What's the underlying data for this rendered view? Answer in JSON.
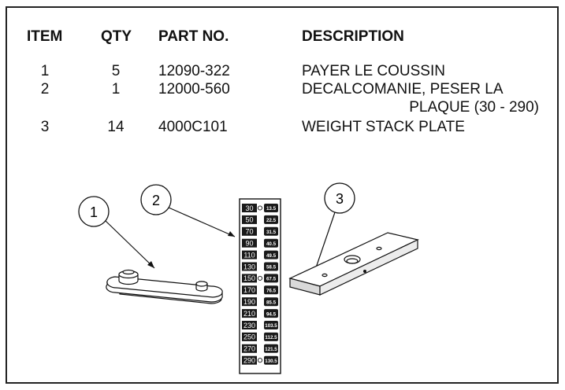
{
  "table": {
    "headers": {
      "item": "ITEM",
      "qty": "QTY",
      "part_no": "PART NO.",
      "description": "DESCRIPTION"
    },
    "rows": [
      {
        "item": "1",
        "qty": "5",
        "part_no": "12090-322",
        "description": "PAYER LE COUSSIN",
        "description_cont": ""
      },
      {
        "item": "2",
        "qty": "1",
        "part_no": "12000-560",
        "description": "DECALCOMANIE, PESER LA",
        "description_cont": "PLAQUE (30 - 290)"
      },
      {
        "item": "3",
        "qty": "14",
        "part_no": "4000C101",
        "description": "WEIGHT STACK PLATE",
        "description_cont": ""
      }
    ]
  },
  "callouts": [
    "1",
    "2",
    "3"
  ],
  "decal": {
    "weights": [
      "30",
      "50",
      "70",
      "90",
      "110",
      "130",
      "150",
      "170",
      "190",
      "210",
      "230",
      "250",
      "270",
      "290"
    ],
    "kg": [
      "13.5",
      "22.5",
      "31.5",
      "40.5",
      "49.5",
      "58.5",
      "67.5",
      "76.5",
      "85.5",
      "94.5",
      "103.5",
      "112.5",
      "121.5",
      "130.5"
    ]
  }
}
